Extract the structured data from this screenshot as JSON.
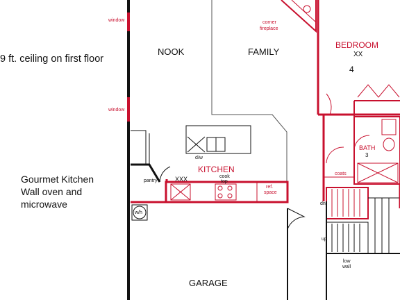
{
  "side_notes": {
    "ceiling": "9 ft. ceiling on first floor",
    "kitchen_lines": [
      "Gourmet Kitchen",
      "Wall oven and",
      "microwave"
    ]
  },
  "rooms": {
    "nook": "NOOK",
    "family": "FAMILY",
    "bedroom": "BEDROOM",
    "bedroom_number": "4",
    "kitchen": "KITCHEN",
    "garage": "GARAGE",
    "bath": "BATH",
    "bath_number": "3"
  },
  "labels": {
    "window_top": "window",
    "window_mid": "window",
    "corner_fireplace_1": "corner",
    "corner_fireplace_2": "fireplace",
    "pantry": "pantry",
    "dw": "d/w",
    "cook_top_1": "cook",
    "cook_top_2": "top",
    "ref_space_1": "ref.",
    "ref_space_2": "space",
    "coats": "coats",
    "dn": "dn",
    "up": "up",
    "low_wall_1": "low",
    "low_wall_2": "wall",
    "wh": "w/h",
    "xxx": "XXX",
    "xx_bedroom": "XX"
  },
  "colors": {
    "wall_red": "#c8102e",
    "wall_black": "#111111",
    "line_gray": "#555555"
  }
}
